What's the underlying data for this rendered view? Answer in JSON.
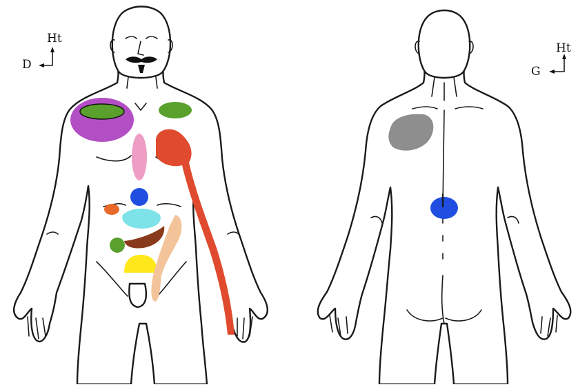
{
  "front_view": {
    "orientation": {
      "up_label": "Ht",
      "side_label": "D"
    },
    "pain_zones": [
      {
        "name": "right-shoulder",
        "color": "#b34fc4"
      },
      {
        "name": "right-shoulder-inner",
        "color": "#5aa02c"
      },
      {
        "name": "left-shoulder",
        "color": "#5aa02c"
      },
      {
        "name": "left-chest-arm",
        "color": "#e04a2e"
      },
      {
        "name": "sternum",
        "color": "#ee9ec4"
      },
      {
        "name": "epigastrium",
        "color": "#1f4ee0"
      },
      {
        "name": "right-hypochondrium",
        "color": "#e86a2a"
      },
      {
        "name": "periumbilical",
        "color": "#7ee3e8"
      },
      {
        "name": "lower-abdomen",
        "color": "#8a3a1c"
      },
      {
        "name": "right-iliac-fossa",
        "color": "#5aa02c"
      },
      {
        "name": "hypogastrium",
        "color": "#ffe81a"
      },
      {
        "name": "left-flank-groin",
        "color": "#f3c49a"
      }
    ]
  },
  "back_view": {
    "orientation": {
      "up_label": "Ht",
      "side_label": "G"
    },
    "pain_zones": [
      {
        "name": "left-scapula",
        "color": "#8e8e8e"
      },
      {
        "name": "lumbar",
        "color": "#1f4ee0"
      }
    ]
  }
}
